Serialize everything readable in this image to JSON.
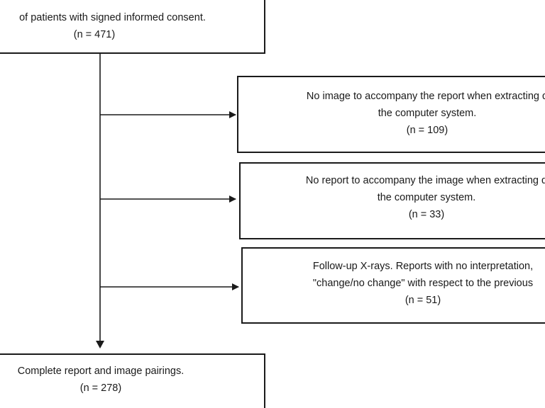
{
  "boxes": {
    "top": {
      "line1": "of patients with signed informed consent.",
      "line2": "(n = 471)"
    },
    "excl1": {
      "line1": "No image to accompany the report when extracting d",
      "line2": "the computer system.",
      "line3": "(n = 109)"
    },
    "excl2": {
      "line1": "No report to accompany the image when extracting d",
      "line2": "the computer system.",
      "line3": "(n = 33)"
    },
    "excl3": {
      "line1": "Follow-up X-rays. Reports with no interpretation,",
      "line2": "\"change/no change\" with respect to the previous",
      "line3": "(n = 51)"
    },
    "final": {
      "line1": "Complete report and image pairings.",
      "line2": "(n = 278)"
    }
  }
}
